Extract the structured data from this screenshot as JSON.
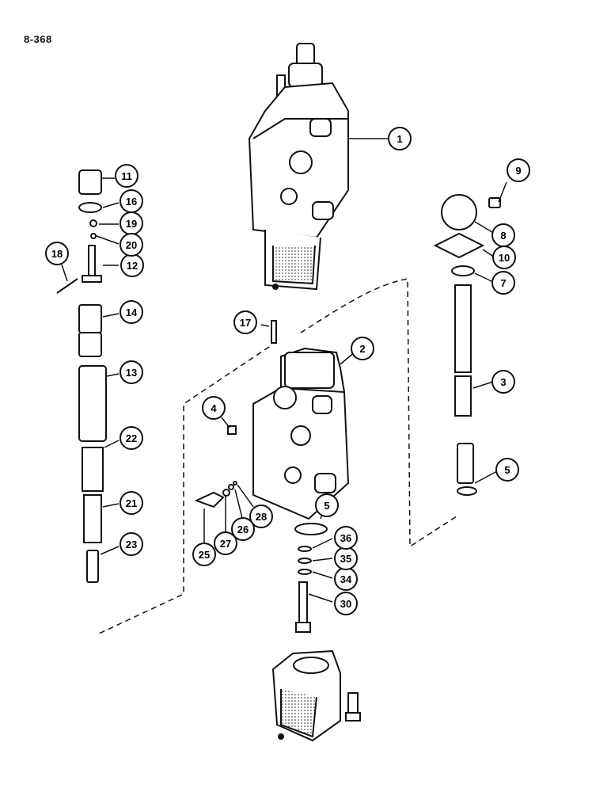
{
  "page_number": "8-368",
  "callouts": [
    {
      "id": "c1",
      "label": "1"
    },
    {
      "id": "c2",
      "label": "2"
    },
    {
      "id": "c3",
      "label": "3"
    },
    {
      "id": "c4",
      "label": "4"
    },
    {
      "id": "c5a",
      "label": "5"
    },
    {
      "id": "c5b",
      "label": "5"
    },
    {
      "id": "c7",
      "label": "7"
    },
    {
      "id": "c8",
      "label": "8"
    },
    {
      "id": "c9",
      "label": "9"
    },
    {
      "id": "c10",
      "label": "10"
    },
    {
      "id": "c11",
      "label": "11"
    },
    {
      "id": "c12",
      "label": "12"
    },
    {
      "id": "c13",
      "label": "13"
    },
    {
      "id": "c14",
      "label": "14"
    },
    {
      "id": "c16",
      "label": "16"
    },
    {
      "id": "c17",
      "label": "17"
    },
    {
      "id": "c18",
      "label": "18"
    },
    {
      "id": "c19",
      "label": "19"
    },
    {
      "id": "c20",
      "label": "20"
    },
    {
      "id": "c21",
      "label": "21"
    },
    {
      "id": "c22",
      "label": "22"
    },
    {
      "id": "c23",
      "label": "23"
    },
    {
      "id": "c25",
      "label": "25"
    },
    {
      "id": "c26",
      "label": "26"
    },
    {
      "id": "c27",
      "label": "27"
    },
    {
      "id": "c28",
      "label": "28"
    },
    {
      "id": "c30",
      "label": "30"
    },
    {
      "id": "c34",
      "label": "34"
    },
    {
      "id": "c35",
      "label": "35"
    },
    {
      "id": "c36",
      "label": "36"
    }
  ]
}
